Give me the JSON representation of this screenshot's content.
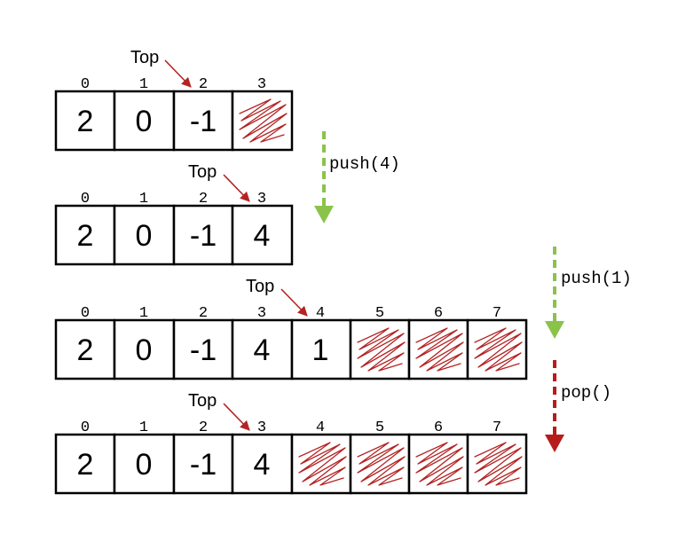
{
  "diagram": {
    "top_label": "Top",
    "rows": [
      {
        "indices": [
          "0",
          "1",
          "2",
          "3"
        ],
        "values": [
          "2",
          "0",
          "-1",
          ""
        ],
        "empty": [
          false,
          false,
          false,
          true
        ],
        "top_index": 2
      },
      {
        "indices": [
          "0",
          "1",
          "2",
          "3"
        ],
        "values": [
          "2",
          "0",
          "-1",
          "4"
        ],
        "empty": [
          false,
          false,
          false,
          false
        ],
        "top_index": 3
      },
      {
        "indices": [
          "0",
          "1",
          "2",
          "3",
          "4",
          "5",
          "6",
          "7"
        ],
        "values": [
          "2",
          "0",
          "-1",
          "4",
          "1",
          "",
          "",
          ""
        ],
        "empty": [
          false,
          false,
          false,
          false,
          false,
          true,
          true,
          true
        ],
        "top_index": 4
      },
      {
        "indices": [
          "0",
          "1",
          "2",
          "3",
          "4",
          "5",
          "6",
          "7"
        ],
        "values": [
          "2",
          "0",
          "-1",
          "4",
          "",
          "",
          "",
          ""
        ],
        "empty": [
          false,
          false,
          false,
          false,
          true,
          true,
          true,
          true
        ],
        "top_index": 3
      }
    ],
    "operations": [
      {
        "label": "push(4)",
        "color": "#8bc34a"
      },
      {
        "label": "push(1)",
        "color": "#8bc34a"
      },
      {
        "label": "pop()",
        "color": "#b71c1c"
      }
    ],
    "colors": {
      "pointer": "#b32424",
      "scribble": "#b32424",
      "cell_border": "#000000"
    }
  }
}
